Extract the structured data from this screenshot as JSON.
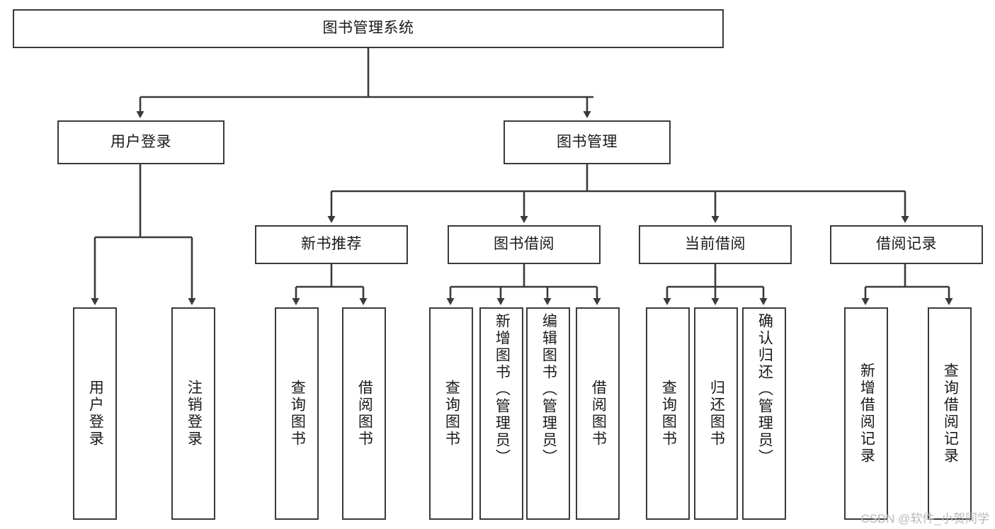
{
  "diagram": {
    "type": "tree-hierarchy-diagram",
    "title": "图书管理系统",
    "colors": {
      "box_border": "#3a3a3a",
      "box_fill": "#ffffff",
      "connector": "#3a3a3a",
      "text": "#1a1a1a",
      "watermark": "#b9b9b9",
      "background": "#ffffff"
    },
    "root": {
      "label": "图书管理系统"
    },
    "level1": [
      {
        "label": "用户登录"
      },
      {
        "label": "图书管理"
      }
    ],
    "level2": [
      {
        "label": "新书推荐"
      },
      {
        "label": "图书借阅"
      },
      {
        "label": "当前借阅"
      },
      {
        "label": "借阅记录"
      }
    ],
    "leaves": {
      "user_login": [
        {
          "label": "用户登录"
        },
        {
          "label": "注销登录"
        }
      ],
      "new_book_recommend": [
        {
          "label": "查询图书"
        },
        {
          "label": "借阅图书"
        }
      ],
      "book_borrow": [
        {
          "label": "查询图书"
        },
        {
          "label": "新增图书（管理员）"
        },
        {
          "label": "编辑图书（管理员）"
        },
        {
          "label": "借阅图书"
        }
      ],
      "current_borrow": [
        {
          "label": "查询图书"
        },
        {
          "label": "归还图书"
        },
        {
          "label": "确认归还（管理员）"
        }
      ],
      "borrow_record": [
        {
          "label": "新增借阅记录"
        },
        {
          "label": "查询借阅记录"
        }
      ]
    },
    "watermark": "CSDN @软件_小贺同学"
  }
}
